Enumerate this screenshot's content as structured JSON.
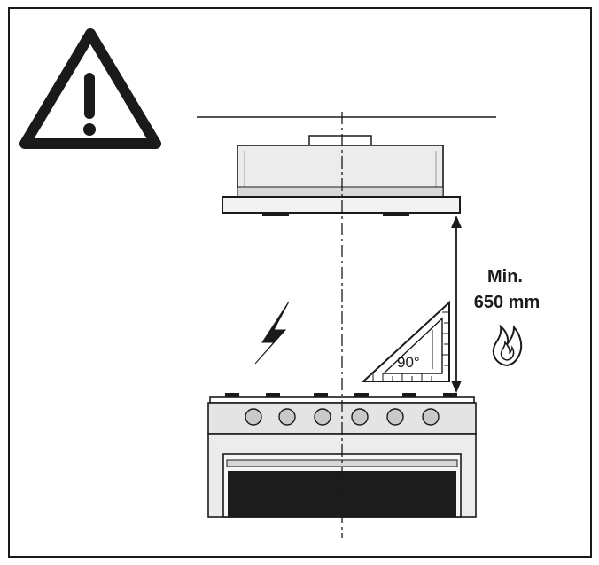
{
  "distance_label": {
    "line1": "Min.",
    "line2": "650 mm"
  },
  "angle_label": "90°",
  "icons": {
    "warning": "warning-triangle-icon",
    "electric": "lightning-bolt-icon",
    "gas": "flame-icon",
    "square": "set-square-icon"
  },
  "colors": {
    "stroke": "#1a1a1a",
    "hood_panel": "#efefef",
    "hood_trim": "#cfcfcf",
    "cooktop": "#e2e2e2",
    "knob": "#c8c8c8",
    "oven_window": "#1b1b1b",
    "background": "#ffffff"
  }
}
